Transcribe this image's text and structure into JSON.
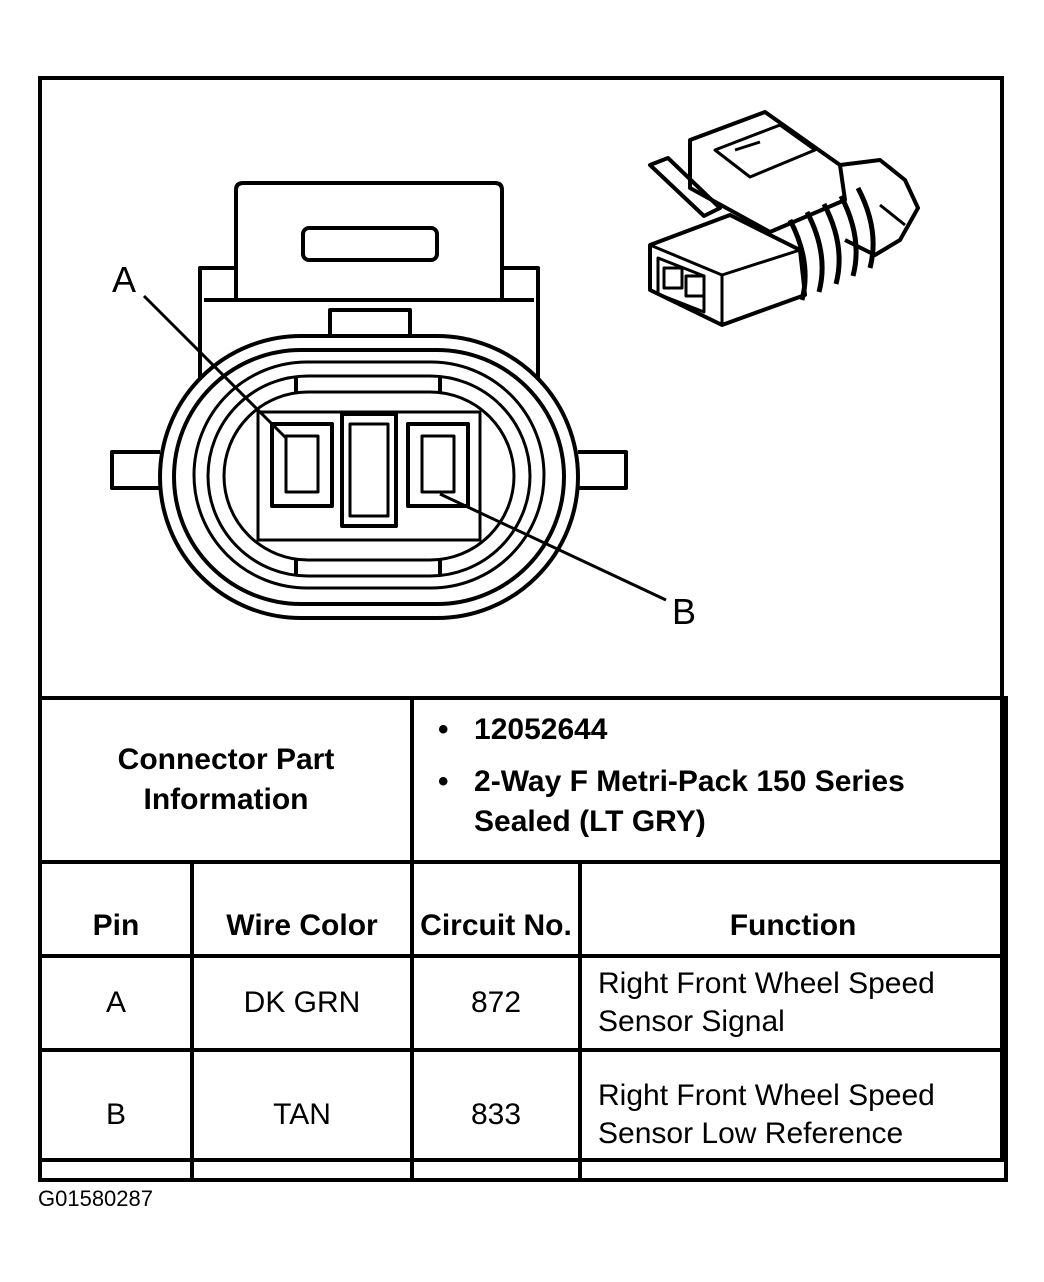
{
  "diagram": {
    "pin_labels": [
      "A",
      "B"
    ]
  },
  "connector_info": {
    "label": "Connector Part Information",
    "items": [
      "12052644",
      "2-Way F Metri-Pack 150 Series Sealed (LT GRY)"
    ]
  },
  "table": {
    "headers": {
      "pin": "Pin",
      "wire_color": "Wire Color",
      "circuit_no": "Circuit No.",
      "function": "Function"
    },
    "rows": [
      {
        "pin": "A",
        "wire_color": "DK GRN",
        "circuit": "872",
        "function": "Right Front Wheel Speed Sensor Signal"
      },
      {
        "pin": "B",
        "wire_color": "TAN",
        "circuit": "833",
        "function": "Right Front Wheel Speed Sensor Low Reference"
      }
    ]
  },
  "footer": {
    "code": "G01580287"
  }
}
